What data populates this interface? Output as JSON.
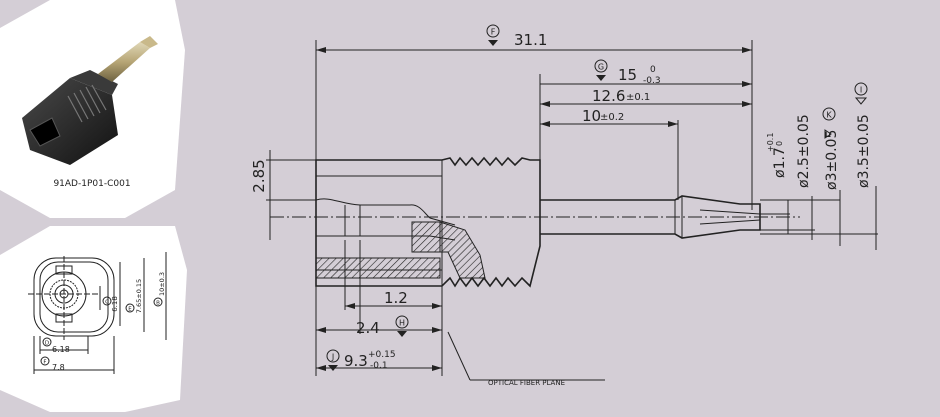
{
  "photo_panel": {
    "part_number": "91AD-1P01-C001"
  },
  "front_view": {
    "dims": {
      "d618_inner": "6.18",
      "d765": "7.65±0.15",
      "d10": "10±0.3",
      "w618": "6.18",
      "w78": "7.8"
    },
    "markers": {
      "c": "C",
      "e": "E",
      "b": "B",
      "d": "D",
      "f": "F"
    }
  },
  "main_drawing": {
    "markers": {
      "F": "F",
      "G": "G",
      "H": "H",
      "I": "I",
      "J": "J",
      "K": "K"
    },
    "dims": {
      "length_total": "31.1",
      "length_15": "15",
      "tol_15_upper": "0",
      "tol_15_lower": "-0.3",
      "length_12_6": "12.6",
      "tol_12_6": "±0.1",
      "length_10": "10",
      "tol_10": "±0.2",
      "height_2_85": "2.85",
      "len_1_2": "1.2",
      "len_2_4": "2.4",
      "len_9_3": "9.3",
      "tol_9_3_upper": "+0.15",
      "tol_9_3_lower": "-0.1",
      "dia_1_7": "ø1.7",
      "tol_1_7_upper": "+0.1",
      "tol_1_7_lower": "0",
      "dia_2_5": "ø2.5±0.05",
      "dia_3": "ø3±0.05",
      "dia_3_5": "ø3.5±0.05"
    },
    "annotation": "OPTICAL  FIBER  PLANE"
  },
  "colors": {
    "background": "#d4ced6",
    "line": "#222222",
    "panel": "#ffffff"
  }
}
